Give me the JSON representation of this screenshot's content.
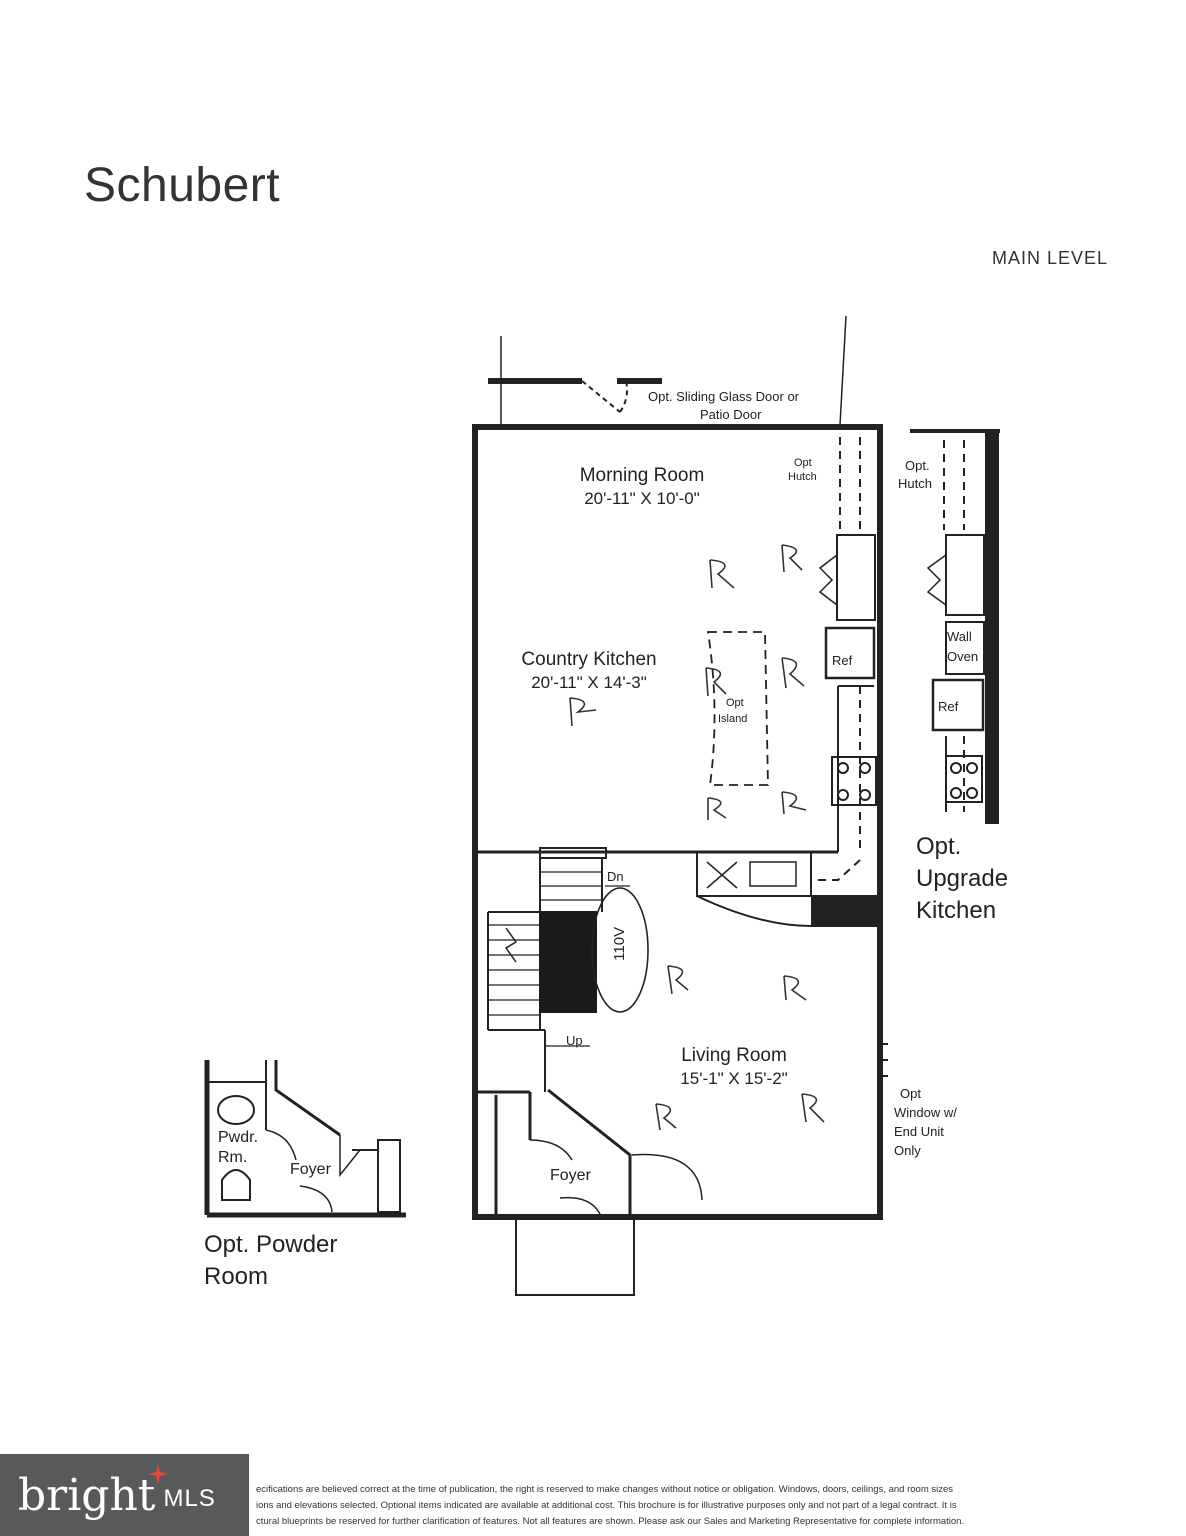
{
  "header": {
    "plan_name": "Schubert",
    "level": "MAIN LEVEL"
  },
  "rooms": {
    "morning_room": {
      "name": "Morning Room",
      "dims": "20'-11\" X 10'-0\""
    },
    "country_kitchen": {
      "name": "Country Kitchen",
      "dims": "20'-11\" X 14'-3\""
    },
    "living_room": {
      "name": "Living Room",
      "dims": "15'-1\" X 15'-2\""
    }
  },
  "labels": {
    "sliding_door": "Opt. Sliding Glass Door or",
    "patio_door": "Patio Door",
    "opt_hutch_1": "Opt",
    "opt_hutch_2": "Hutch",
    "ref": "Ref",
    "opt_island_1": "Opt",
    "opt_island_2": "Island",
    "dn": "Dn",
    "up": "Up",
    "foyer": "Foyer",
    "opt_window_1": "Opt",
    "opt_window_2": "Window w/",
    "opt_window_3": "End Unit",
    "opt_window_4": "Only",
    "upgrade_hutch_1": "Opt.",
    "upgrade_hutch_2": "Hutch",
    "wall_oven_1": "Wall",
    "wall_oven_2": "Oven",
    "upgrade_ref": "Ref",
    "upgrade_kitchen_1": "Opt.",
    "upgrade_kitchen_2": "Upgrade",
    "upgrade_kitchen_3": "Kitchen",
    "pwdr_1": "Pwdr.",
    "pwdr_2": "Rm.",
    "powder_foyer": "Foyer",
    "powder_room_1": "Opt. Powder",
    "powder_room_2": "Room",
    "handwritten_110v": "110V"
  },
  "disclaimer": {
    "line1": "ecifications are believed correct at the time of publication, the right is reserved to make changes without notice or obligation. Windows, doors, ceilings, and room sizes",
    "line2": "ions and elevations selected. Optional items indicated are available at additional cost. This brochure is for illustrative purposes only and not part of a legal contract. It is",
    "line3": "ctural blueprints be reserved for further clarification of features. Not all features are shown. Please ask our Sales and Marketing Representative for complete information."
  },
  "logo": {
    "word": "bright",
    "suffix": "MLS",
    "accent": "#e6463c"
  }
}
